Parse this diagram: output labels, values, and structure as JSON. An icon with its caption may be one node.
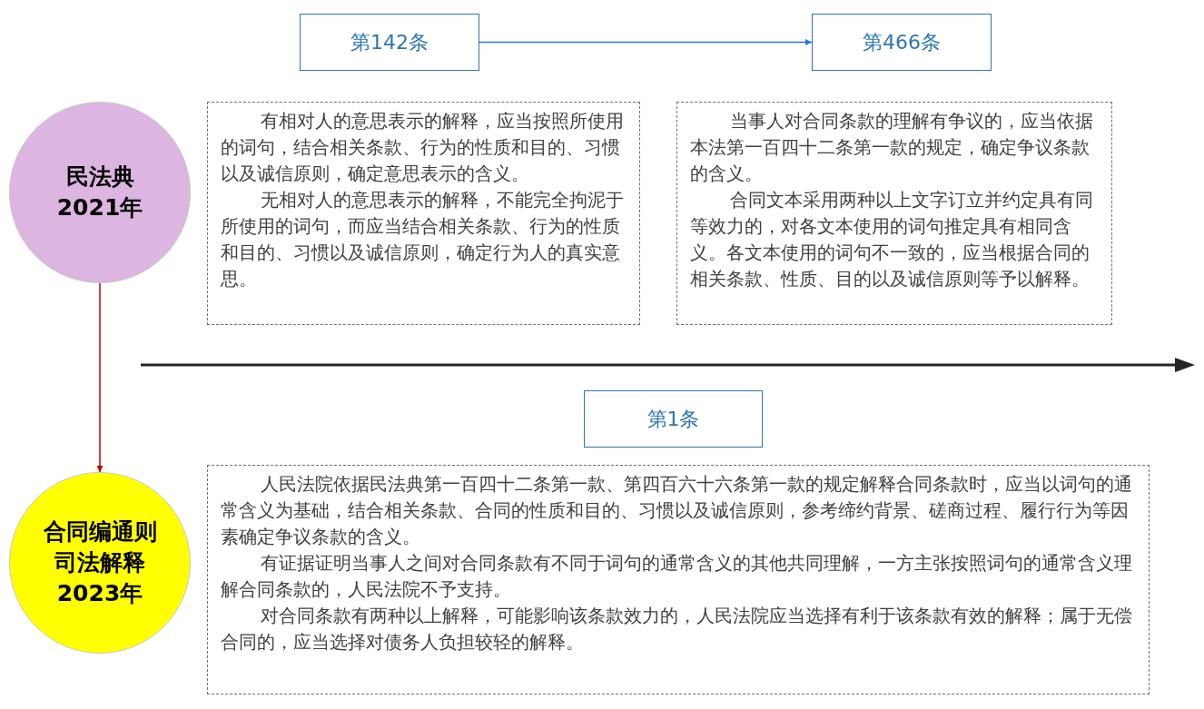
{
  "diagram": {
    "nodes": [
      {
        "text": [
          "民法典",
          "2021年"
        ]
      },
      {
        "text": [
          "第142条"
        ]
      },
      {
        "text": [
          "第466条"
        ]
      },
      {
        "text": [
          "有相对人的意思表示的解释，应当按照所使用的词句，结合相关条款、行为的性质和目的、习惯以及诚信原则，确定意思表示的含义。",
          "无相对人的意思表示的解释，不能完全拘泥于所使用的词句，而应当结合相关条款、行为的性质和目的、习惯以及诚信原则，确定行为人的真实意思。"
        ]
      },
      {
        "text": [
          "当事人对合同条款的理解有争议的，应当依据本法第一百四十二条第一款的规定，确定争议条款的含义。",
          "合同文本采用两种以上文字订立并约定具有同等效力的，对各文本使用的词句推定具有相同含义。各文本使用的词句不一致的，应当根据合同的相关条款、性质、目的以及诚信原则等予以解释。"
        ]
      },
      {
        "text": [
          "合同编通则司法解释",
          "2023年"
        ]
      },
      {
        "text": [
          "第1条"
        ]
      },
      {
        "text": [
          "人民法院依据民法典第一百四十二条第一款、第四百六十六条第一款的规定解释合同条款时，应当以词句的通常含义为基础，结合相关条款、合同的性质和目的、习惯以及诚信原则，参考缔约背景、磋商过程、履行行为等因素确定争议条款的含义。",
          "有证据证明当事人之间对合同条款有不同于词句的通常含义的其他共同理解，一方主张按照词句的通常含义理解合同条款的，人民法院不予支持。",
          "对合同条款有两种以上解释，可能影响该条款效力的，人民法院应当选择有利于该条款有效的解释；属于无偿合同的，应当选择对债务人负担较轻的解释。"
        ]
      }
    ],
    "edges": [
      {
        "from": 1,
        "to": 2,
        "arrow": "to",
        "color": "#2e75d6"
      },
      {
        "from": 0,
        "to": 5,
        "arrow": "to",
        "color": "#c00000"
      }
    ]
  }
}
